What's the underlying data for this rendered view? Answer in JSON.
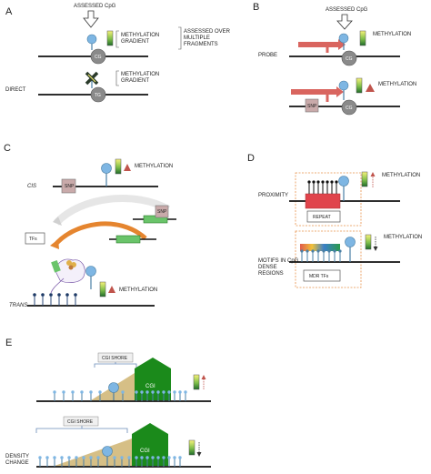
{
  "colors": {
    "line": "#111111",
    "pin": "#4a7fa5",
    "lollipop": "#7eb6e3",
    "node": "#8a8a8a",
    "probe": "#d9655f",
    "triangle": "#c0544c",
    "repeat": "#e0444c",
    "cgi": "#1b8a1b",
    "shore": "#d6bf86",
    "gradient_top": "#f2ee6a",
    "gradient_bottom": "#1f6b2a",
    "snp_box": "#c9aaaa",
    "dashed_box": "#e8914a"
  },
  "panelA": {
    "letter": "A",
    "assessed": "ASSESSED CpG",
    "node_cg": "CG",
    "node_tg": "TG",
    "methylation_gradient_1": "METHYLATION\nGRADIENT",
    "assessed_over": "ASSESSED OVER\nMULTIPLE\nFRAGMENTS",
    "methylation_gradient_2": "METHYLATION\nGRADIENT",
    "direct": "DIRECT",
    "x_icon": "x-mark-icon"
  },
  "panelB": {
    "letter": "B",
    "assessed": "ASSESSED CpG",
    "probe": "PROBE",
    "node_cg_1": "CG",
    "node_cg_2": "CG",
    "snp": "SNP",
    "methylation_1": "METHYLATION",
    "methylation_2": "METHYLATION"
  },
  "panelC": {
    "letter": "C",
    "cis": "CIS",
    "snp_1": "SNP",
    "snp_2": "SNP",
    "methylation_1": "METHYLATION",
    "tfs": "TFs",
    "trans": "TRANS",
    "methylation_2": "METHYLATION"
  },
  "panelD": {
    "letter": "D",
    "proximity": "PROXIMITY",
    "repeat": "REPEAT",
    "methylation_1": "METHYLATION",
    "motifs": "MOTIFS IN CpG\nDENSE\nREGIONS",
    "mdr_tfs": "MDR TFs",
    "methylation_2": "METHYLATION"
  },
  "panelE": {
    "letter": "E",
    "cgi_shore_1": "CGI SHORE",
    "cgi_1": "CGI",
    "cgi_shore_2": "CGI SHORE",
    "cgi_2": "CGI",
    "density_change": "DENSITY\nCHANGE"
  }
}
